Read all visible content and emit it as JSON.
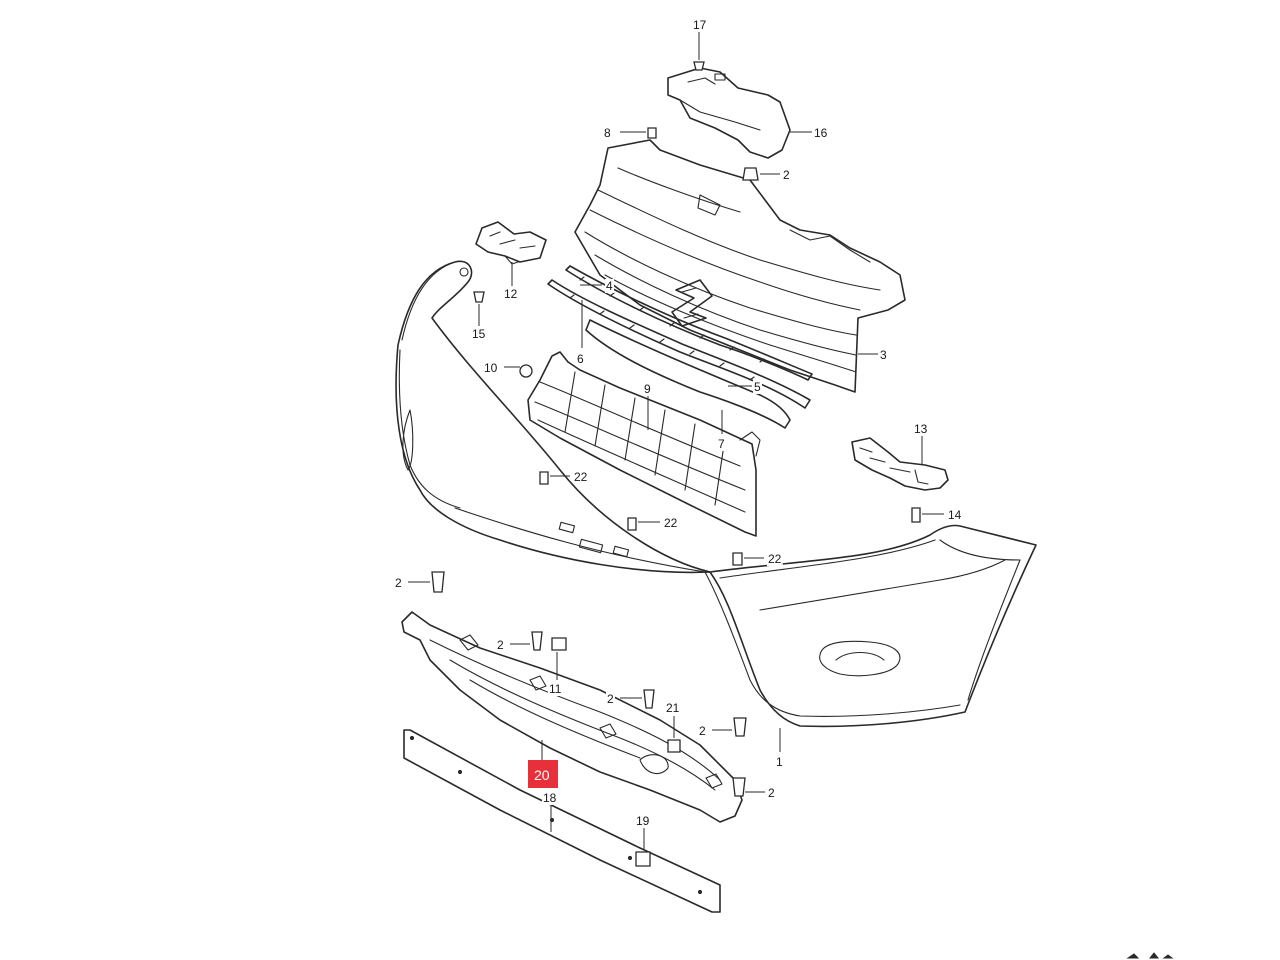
{
  "diagram": {
    "callouts": [
      {
        "id": "c17",
        "label": "17"
      },
      {
        "id": "c16",
        "label": "16"
      },
      {
        "id": "c8",
        "label": "8"
      },
      {
        "id": "c2a",
        "label": "2"
      },
      {
        "id": "c12",
        "label": "12"
      },
      {
        "id": "c15",
        "label": "15"
      },
      {
        "id": "c4",
        "label": "4"
      },
      {
        "id": "c6",
        "label": "6"
      },
      {
        "id": "c3",
        "label": "3"
      },
      {
        "id": "c10",
        "label": "10"
      },
      {
        "id": "c9",
        "label": "9"
      },
      {
        "id": "c5",
        "label": "5"
      },
      {
        "id": "c7",
        "label": "7"
      },
      {
        "id": "c13",
        "label": "13"
      },
      {
        "id": "c22a",
        "label": "22"
      },
      {
        "id": "c22b",
        "label": "22"
      },
      {
        "id": "c14",
        "label": "14"
      },
      {
        "id": "c22c",
        "label": "22"
      },
      {
        "id": "c2b",
        "label": "2"
      },
      {
        "id": "c2c",
        "label": "2"
      },
      {
        "id": "c11",
        "label": "11"
      },
      {
        "id": "c2d",
        "label": "2"
      },
      {
        "id": "c21",
        "label": "21"
      },
      {
        "id": "c2e",
        "label": "2"
      },
      {
        "id": "c1",
        "label": "1"
      },
      {
        "id": "c2f",
        "label": "2"
      },
      {
        "id": "c18",
        "label": "18"
      },
      {
        "id": "c19",
        "label": "19"
      }
    ],
    "highlight": {
      "label": "20",
      "color": "#e8303a"
    }
  }
}
